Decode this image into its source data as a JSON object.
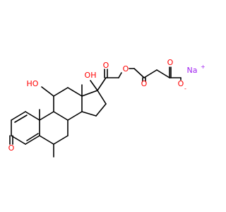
{
  "molecule": {
    "atom_labels": {
      "oh_c11": "HO",
      "oh_c17": "OH",
      "o_ketone_c20": "O",
      "o_ester": "O",
      "o_ester_carbonyl": "O",
      "o_acid_carbonyl": "O",
      "o_carboxylate": "O",
      "o_c3": "O",
      "na": "Na"
    },
    "charges": {
      "carboxylate": "-",
      "sodium": "+"
    },
    "colors": {
      "bond": "#000000",
      "oxygen": "#ff0000",
      "sodium": "#a020f0",
      "background": "#ffffff"
    }
  }
}
